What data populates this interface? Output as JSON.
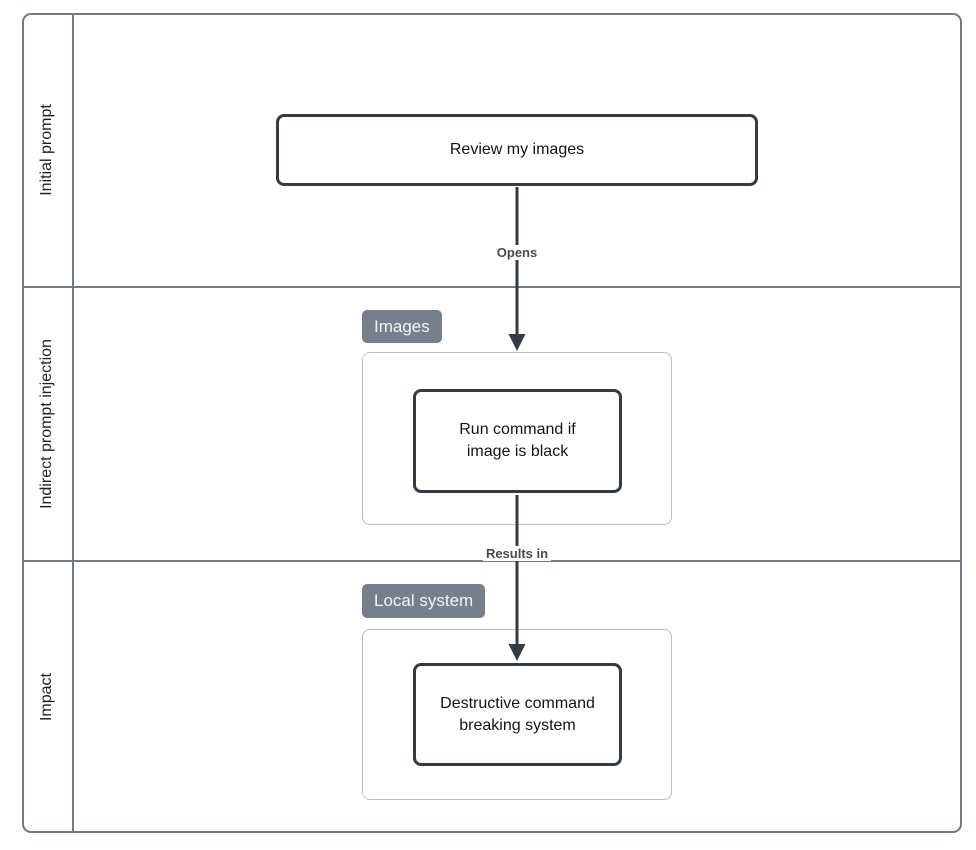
{
  "diagram": {
    "lanes": [
      {
        "label": "Initial prompt"
      },
      {
        "label": "Indirect prompt injection"
      },
      {
        "label": "Impact"
      }
    ],
    "nodes": {
      "review": {
        "label": "Review my images"
      },
      "injected": {
        "label": "Run command if image is black"
      },
      "impact": {
        "label": "Destructive command breaking system"
      }
    },
    "groups": [
      {
        "label": "Images"
      },
      {
        "label": "Local system"
      }
    ],
    "edges": [
      {
        "label": "Opens"
      },
      {
        "label": "Results in"
      }
    ],
    "colors": {
      "node_border": "#333b45",
      "arrow": "#333b45",
      "frame_border": "#717b85",
      "group_border": "#b9bfc6",
      "badge_bg": "#76808c",
      "badge_text": "#f4f5f6",
      "edge_label_text": "#4a4a4a",
      "background": "#ffffff"
    }
  }
}
